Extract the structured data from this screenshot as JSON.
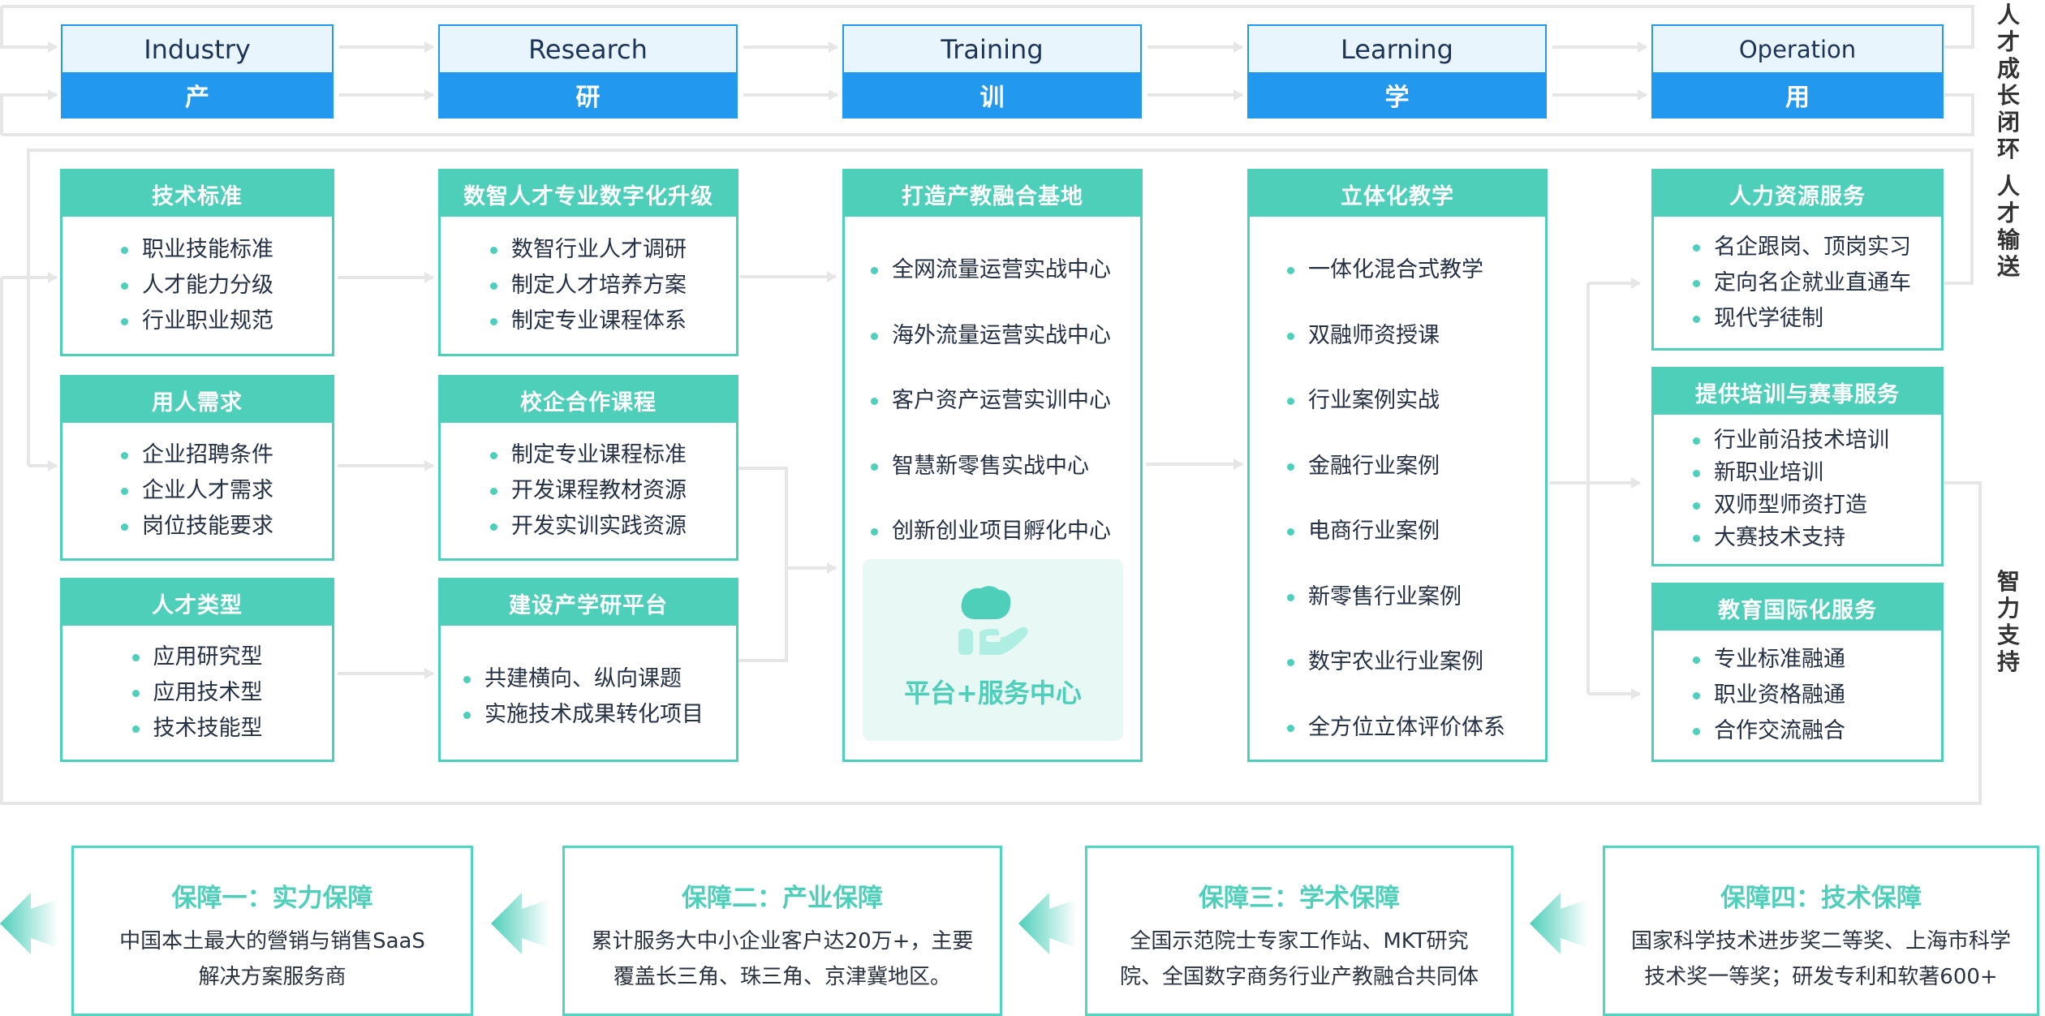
{
  "side_labels": {
    "loop": "人才成长闭环",
    "delivery": "人才输送",
    "support": "智力支持"
  },
  "stages": [
    {
      "en": "Industry",
      "zh": "产"
    },
    {
      "en": "Research",
      "zh": "研"
    },
    {
      "en": "Training",
      "zh": "训"
    },
    {
      "en": "Learning",
      "zh": "学"
    },
    {
      "en": "Operation",
      "zh": "用"
    }
  ],
  "columns": {
    "industry": [
      {
        "title": "技术标准",
        "items": [
          "职业技能标准",
          "人才能力分级",
          "行业职业规范"
        ]
      },
      {
        "title": "用人需求",
        "items": [
          "企业招聘条件",
          "企业人才需求",
          "岗位技能要求"
        ]
      },
      {
        "title": "人才类型",
        "items": [
          "应用研究型",
          "应用技术型",
          "技术技能型"
        ]
      }
    ],
    "research": [
      {
        "title": "数智人才专业数字化升级",
        "items": [
          "数智行业人才调研",
          "制定人才培养方案",
          "制定专业课程体系"
        ]
      },
      {
        "title": "校企合作课程",
        "items": [
          "制定专业课程标准",
          "开发课程教材资源",
          "开发实训实践资源"
        ]
      },
      {
        "title": "建设产学研平台",
        "items": [
          "共建横向、纵向课题",
          "实施技术成果转化项目"
        ]
      }
    ],
    "training": {
      "title": "打造产教融合基地",
      "items": [
        "全网流量运营实战中心",
        "海外流量运营实战中心",
        "客户资产运营实训中心",
        "智慧新零售实战中心",
        "创新创业项目孵化中心"
      ],
      "platform": {
        "icon": "cloud-hand-icon",
        "label": "平台+服务中心"
      }
    },
    "learning": {
      "title": "立体化教学",
      "items": [
        "一体化混合式教学",
        "双融师资授课",
        "行业案例实战",
        "金融行业案例",
        "电商行业案例",
        "新零售行业案例",
        "数宇农业行业案例",
        "全方位立体评价体系"
      ]
    },
    "operation": [
      {
        "title": "人力资源服务",
        "items": [
          "名企跟岗、顶岗实习",
          "定向名企就业直通车",
          "现代学徒制"
        ]
      },
      {
        "title": "提供培训与赛事服务",
        "items": [
          "行业前沿技术培训",
          "新职业培训",
          "双师型师资打造",
          "大赛技术支持"
        ]
      },
      {
        "title": "教育国际化服务",
        "items": [
          "专业标准融通",
          "职业资格融通",
          "合作交流融合"
        ]
      }
    ]
  },
  "guarantees": [
    {
      "title": "保障一：实力保障",
      "lines": [
        "中国本土最大的營销与销售SaaS",
        "解决方案服务商"
      ]
    },
    {
      "title": "保障二：产业保障",
      "lines": [
        "累计服务大中小企业客户达20万+，主要",
        "覆盖长三角、珠三角、京津冀地区。"
      ]
    },
    {
      "title": "保障三：学术保障",
      "lines": [
        "全国示范院士专家工作站、MKT研究",
        "院、全国数字商务行业产教融合共同体"
      ]
    },
    {
      "title": "保障四：技术保障",
      "lines": [
        "国家科学技术进步奖二等奖、上海市科学",
        "技术奖一等奖；研发专利和软著600+"
      ]
    }
  ],
  "colors": {
    "stage_blue": "#2299ee",
    "stage_light": "#e8f5fd",
    "teal": "#4ecfba",
    "connector_gray": "#e6e6e6"
  }
}
